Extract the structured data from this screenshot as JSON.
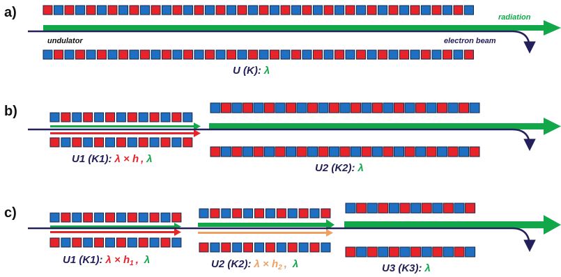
{
  "colors": {
    "magnet_red": "#e8232a",
    "magnet_blue": "#1f6fc2",
    "magnet_stroke": "#1a2a4a",
    "electron": "#24205a",
    "radiation": "#12a84a",
    "harmonic_red": "#e8232a",
    "harmonic_orange": "#f0a060",
    "text_dark": "#24205a",
    "text_red": "#e8232a",
    "text_green": "#12a84a",
    "text_orange": "#f0a060"
  },
  "panel_a": {
    "label": "a)",
    "radiation_label": "radiation",
    "undulator_label": "undulator",
    "electron_label": "electron beam",
    "caption": {
      "prefix": "U (K):",
      "lambda": "λ"
    }
  },
  "panel_b": {
    "label": "b)",
    "u1_caption": {
      "prefix": "U1 (K1):",
      "expr": "λ × h",
      "sep": ",",
      "lambda": "λ"
    },
    "u2_caption": {
      "prefix": "U2 (K2):",
      "lambda": "λ"
    }
  },
  "panel_c": {
    "label": "c)",
    "u1_caption": {
      "prefix": "U1 (K1):",
      "expr": "λ × h",
      "sub": "1",
      "sep": ",",
      "lambda": "λ"
    },
    "u2_caption": {
      "prefix": "U2 (K2):",
      "expr": "λ × h",
      "sub": "2",
      "sep": ",",
      "lambda": "λ"
    },
    "u3_caption": {
      "prefix": "U3 (K3):",
      "lambda": "λ"
    }
  }
}
